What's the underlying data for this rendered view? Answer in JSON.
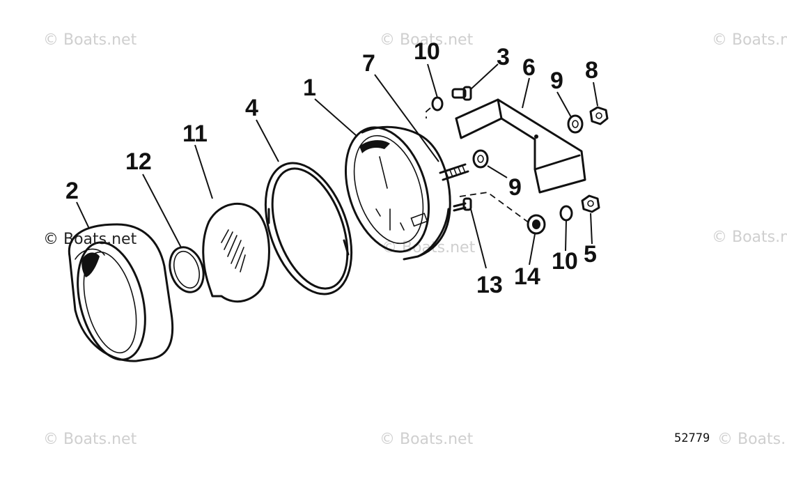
{
  "watermark": {
    "text": "© Boats.net"
  },
  "callouts": {
    "c1": "1",
    "c2": "2",
    "c3": "3",
    "c4": "4",
    "c5": "5",
    "c6": "6",
    "c7": "7",
    "c8": "8",
    "c9a": "9",
    "c9b": "9",
    "c10a": "10",
    "c10b": "10",
    "c11": "11",
    "c12": "12",
    "c13": "13",
    "c14": "14"
  },
  "figure_number": "52779"
}
